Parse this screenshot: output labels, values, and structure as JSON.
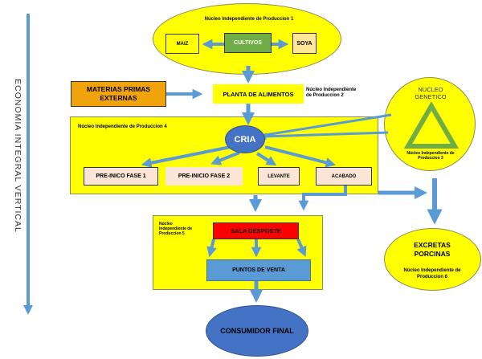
{
  "side_label": "ECONOMIA  INTEGRAL  VERTICAL",
  "nucleus1": {
    "title": "Núcleo Independiente de Produccion 1",
    "maiz": "MAIZ",
    "cultivos": "CULTIVOS",
    "soya": "SOYA"
  },
  "materias": {
    "line1": "MATERIAS PRIMAS",
    "line2": "EXTERNAS"
  },
  "planta": {
    "label": "PLANTA DE ALIMENTOS",
    "nucleus": "Núcleo Independiente de Produccion  2"
  },
  "genetico": {
    "title_line1": "NUCLEO",
    "title_line2": "GENETICO",
    "nucleus": "Núcleo Independiente de Produccion 3"
  },
  "nucleus4": {
    "title": "Núcleo Independiente de Produccion 4",
    "cria": "CRIA",
    "stages": [
      "PRE-INICO FASE 1",
      "PRE-INICIO FASE 2",
      "LEVANTE",
      "ACABADO"
    ]
  },
  "nucleus5": {
    "title": "Núcleo Independiente de Produccion 5",
    "sala": "SALA DESPOSTE",
    "puntos": "PUNTOS DE VENTA"
  },
  "excretas": {
    "line1": "EXCRETAS",
    "line2": "PORCINAS",
    "nucleus": "Núcleo Independiente de Produccion 6"
  },
  "consumidor": "CONSUMIDOR FINAL",
  "colors": {
    "yellow": "#ffff00",
    "arrow": "#5b9bd5",
    "cultivos": "#70ad47",
    "soya": "#ffe699",
    "materias": "#f0a30a",
    "cria": "#4472c4",
    "stage": "#fbe5d6",
    "sala": "#ff0000",
    "puntos": "#5b9bd5",
    "triangle": "#70ad47"
  }
}
